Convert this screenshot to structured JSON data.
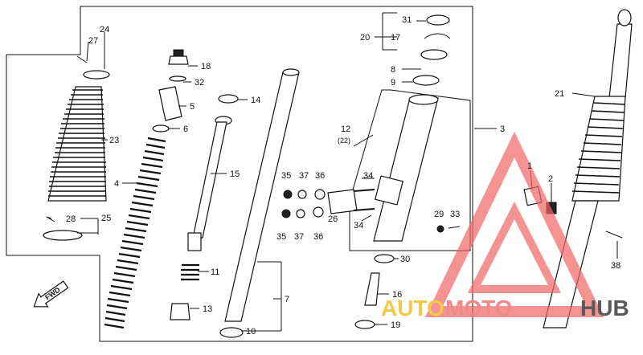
{
  "labels": {
    "l1": "1",
    "l2": "2",
    "l3": "3",
    "l4": "4",
    "l5": "5",
    "l6": "6",
    "l7": "7",
    "l8": "8",
    "l9": "9",
    "l10": "10",
    "l11": "11",
    "l12": "12",
    "l12b": "(22)",
    "l13": "13",
    "l14": "14",
    "l15": "15",
    "l16": "16",
    "l17": "17",
    "l18": "18",
    "l19": "19",
    "l20": "20",
    "l21": "21",
    "l23": "23",
    "l24": "24",
    "l25": "25",
    "l26": "26",
    "l27": "27",
    "l28": "28",
    "l29": "29",
    "l30": "30",
    "l31": "31",
    "l32": "32",
    "l33": "33",
    "l34a": "34",
    "l34b": "34",
    "l35a": "35",
    "l35b": "35",
    "l36a": "36",
    "l36b": "36",
    "l37a": "37",
    "l37b": "37",
    "l38": "38",
    "fwd": "FWD"
  },
  "watermark": {
    "part1": "AUTO",
    "part2": "MOTO",
    "part3": "HUB",
    "colors": {
      "auto": "#f5c84a",
      "moto": "#f08a8a",
      "hub": "#5a5a5a",
      "logo": "#f26464"
    }
  }
}
